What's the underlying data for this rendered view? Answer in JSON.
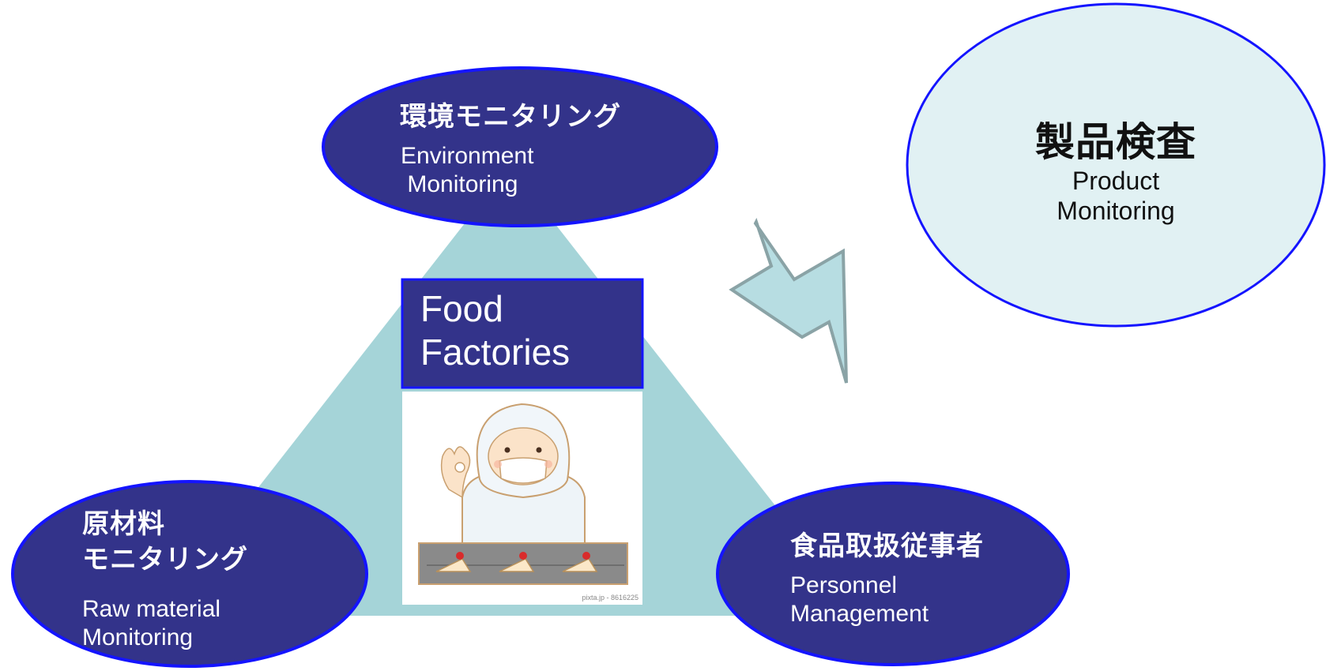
{
  "environment": {
    "jp": "環境モニタリング",
    "en_line1": "Environment",
    "en_line2": " Monitoring"
  },
  "raw_material": {
    "jp_line1": "原材料",
    "jp_line2": "モニタリング",
    "en_line1": "Raw material",
    "en_line2": "Monitoring"
  },
  "personnel": {
    "jp": "食品取扱従事者",
    "en_line1": "Personnel",
    "en_line2": "Management"
  },
  "product": {
    "jp": "製品検査",
    "en_line1": "Product",
    "en_line2": "Monitoring"
  },
  "center": {
    "line1": "Food",
    "line2": "Factories",
    "image_credit": "pixta.jp - 8616225"
  },
  "colors": {
    "ellipse_fill": "#33338a",
    "ellipse_stroke": "#1414ff",
    "triangle": "#a5d4d8",
    "product_fill": "#e1f1f3",
    "arrow_fill": "#b7dde2",
    "arrow_stroke": "#8aa3a6"
  }
}
